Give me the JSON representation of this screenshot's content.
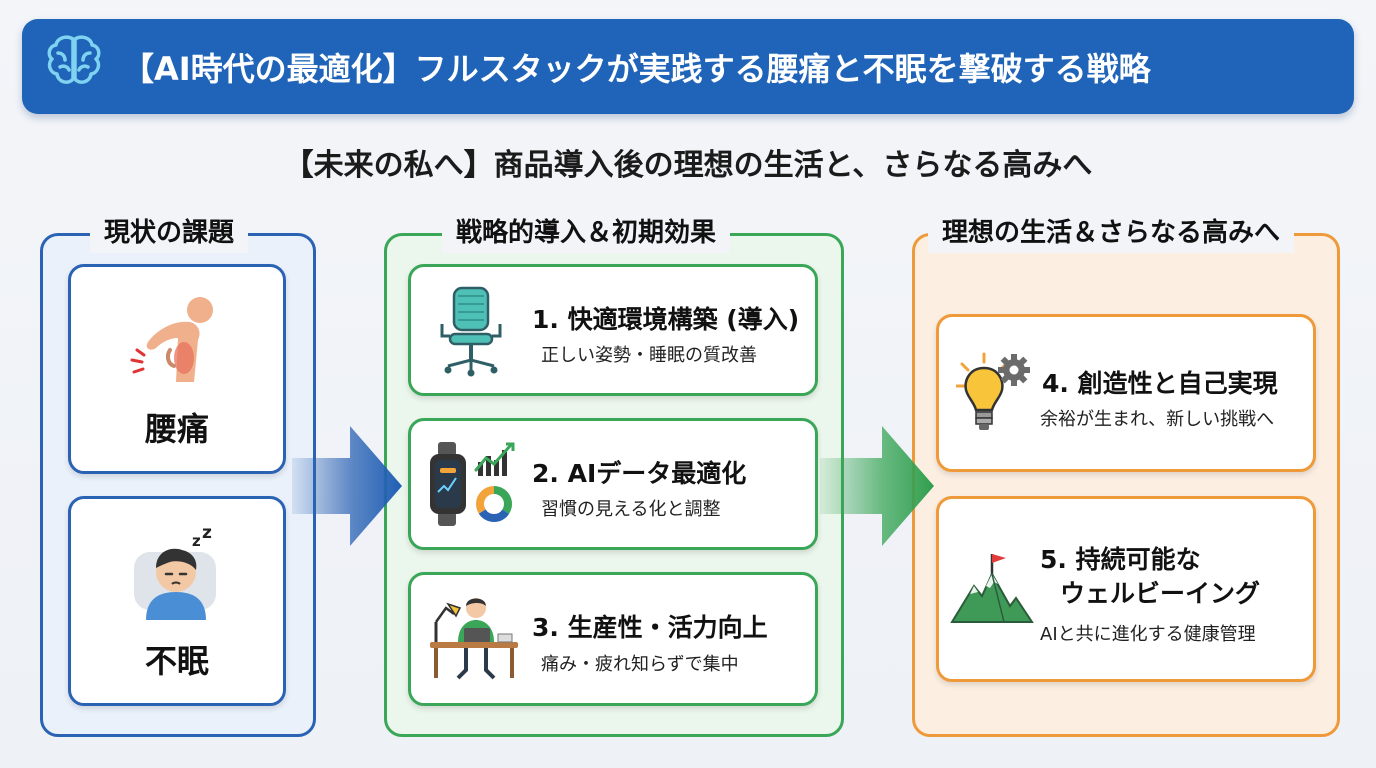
{
  "header": {
    "title": "【AI時代の最適化】フルスタックが実践する腰痛と不眠を撃破する戦略",
    "icon": "brain-icon"
  },
  "subtitle": "【未来の私へ】商品導入後の理想の生活と、さらなる高みへ",
  "columns": [
    {
      "title": "現状の課題",
      "color": "#2a62b4",
      "items": [
        {
          "label": "腰痛",
          "icon": "back-pain-icon"
        },
        {
          "label": "不眠",
          "icon": "insomnia-icon"
        }
      ]
    },
    {
      "title": "戦略的導入＆初期効果",
      "color": "#3aa658",
      "items": [
        {
          "title": "1. 快適環境構築 (導入)",
          "subtitle": "正しい姿勢・睡眠の質改善",
          "icon": "office-chair-icon"
        },
        {
          "title": "2. AIデータ最適化",
          "subtitle": "習慣の見える化と調整",
          "icon": "smartwatch-chart-icon"
        },
        {
          "title": "3. 生産性・活力向上",
          "subtitle": "痛み・疲れ知らずで集中",
          "icon": "desk-worker-icon"
        }
      ]
    },
    {
      "title": "理想の生活＆さらなる高みへ",
      "color": "#ef9a3a",
      "items": [
        {
          "title": "4. 創造性と自己実現",
          "subtitle": "余裕が生まれ、新しい挑戦へ",
          "icon": "lightbulb-gear-icon"
        },
        {
          "title_line1": "5. 持続可能な",
          "title_line2": "ウェルビーイング",
          "subtitle": "AIと共に進化する健康管理",
          "icon": "mountain-flag-icon"
        }
      ]
    }
  ],
  "arrows": [
    {
      "icon": "arrow-right-icon",
      "color": "#2a62b4"
    },
    {
      "icon": "arrow-right-icon",
      "color": "#3aa658"
    }
  ]
}
